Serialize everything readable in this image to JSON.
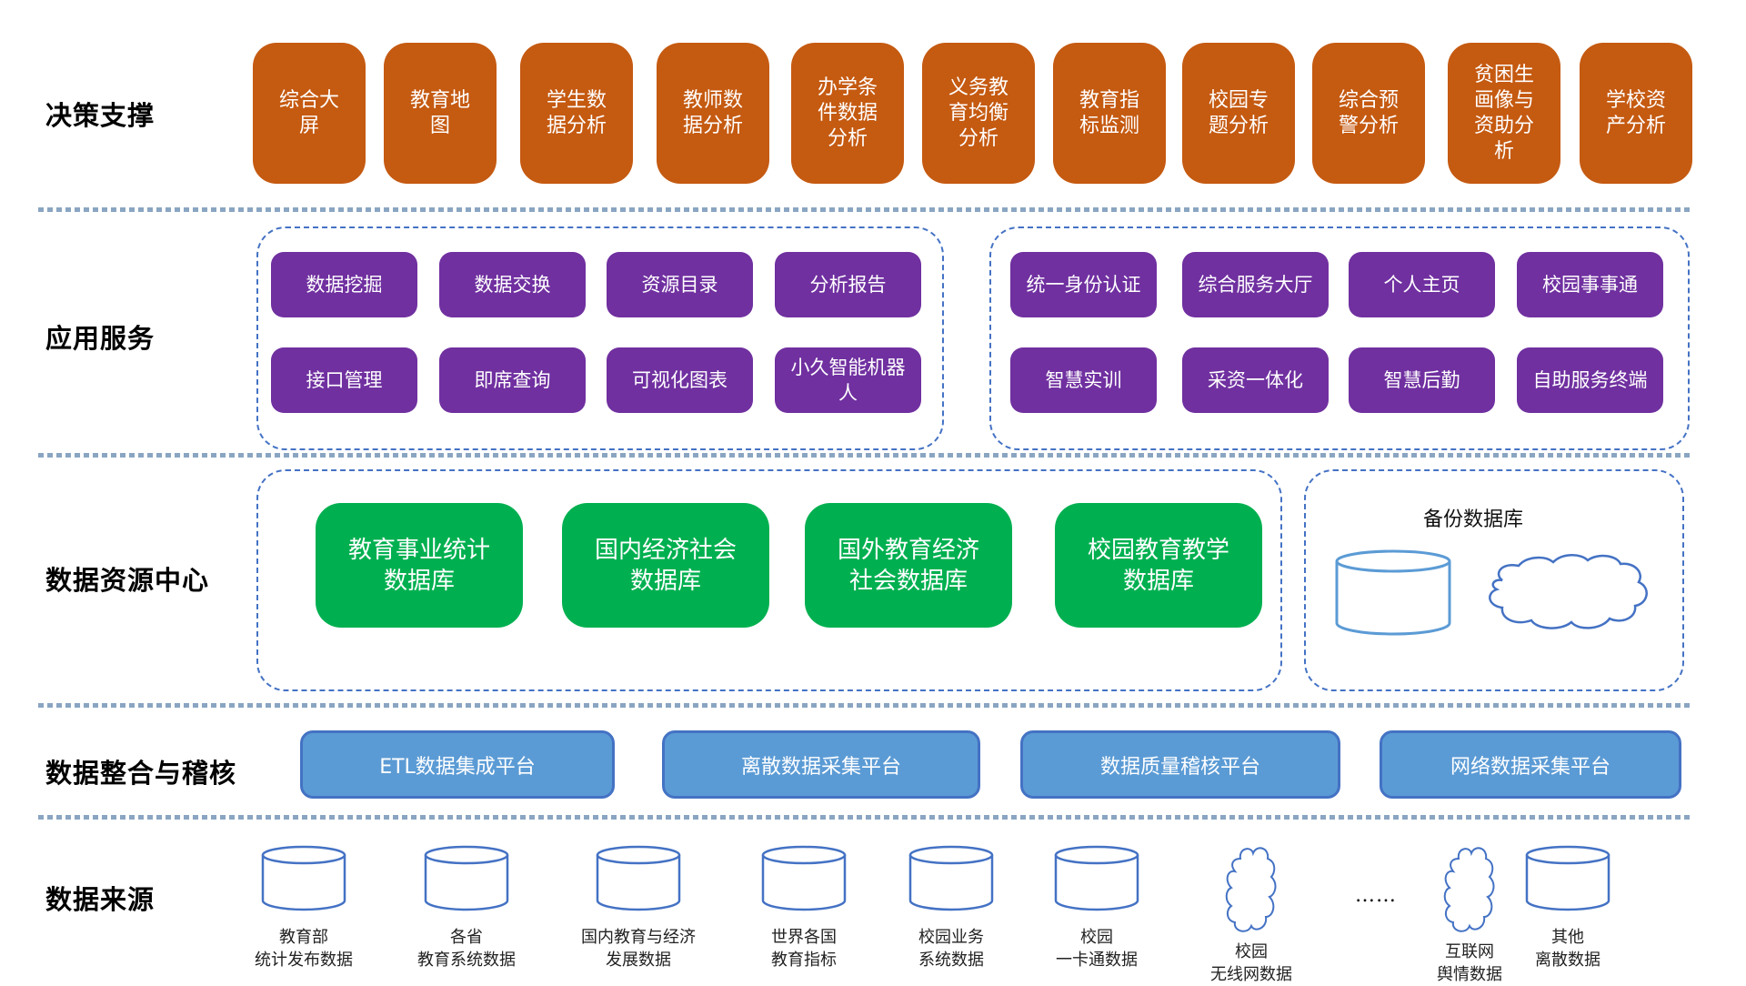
{
  "layers": {
    "decision": "决策支撑",
    "app": "应用服务",
    "resource": "数据资源中心",
    "integration": "数据整合与稽核",
    "source": "数据来源"
  },
  "decision_items": [
    "综合大屏",
    "教育地图",
    "学生数据分析",
    "教师数据分析",
    "办学条件数据分析",
    "义务教育均衡分析",
    "教育指标监测",
    "校园专题分析",
    "综合预警分析",
    "贫困生画像与资助分析",
    "学校资产分析"
  ],
  "app_left": [
    "数据挖掘",
    "数据交换",
    "资源目录",
    "分析报告",
    "接口管理",
    "即席查询",
    "可视化图表",
    "小久智能机器人"
  ],
  "app_right": [
    "统一身份认证",
    "综合服务大厅",
    "个人主页",
    "校园事事通",
    "智慧实训",
    "采资一体化",
    "智慧后勤",
    "自助服务终端"
  ],
  "databases": [
    "教育事业统计数据库",
    "国内经济社会数据库",
    "国外教育经济社会数据库",
    "校园教育教学数据库"
  ],
  "backup": {
    "title": "备份数据库",
    "icons": [
      "database-icon",
      "cloud-icon"
    ]
  },
  "platforms": [
    "ETL数据集成平台",
    "离散数据采集平台",
    "数据质量稽核平台",
    "网络数据采集平台"
  ],
  "sources": [
    {
      "line1": "教育部",
      "line2": "统计发布数据",
      "icon": "database"
    },
    {
      "line1": "各省",
      "line2": "教育系统数据",
      "icon": "database"
    },
    {
      "line1": "国内教育与经济",
      "line2": "发展数据",
      "icon": "database"
    },
    {
      "line1": "世界各国",
      "line2": "教育指标",
      "icon": "database"
    },
    {
      "line1": "校园业务",
      "line2": "系统数据",
      "icon": "database"
    },
    {
      "line1": "校园",
      "line2": "一卡通数据",
      "icon": "database"
    },
    {
      "line1": "校园",
      "line2": "无线网数据",
      "icon": "cloud"
    },
    {
      "line1": "互联网",
      "line2": "舆情数据",
      "icon": "cloud"
    },
    {
      "line1": "其他",
      "line2": "离散数据",
      "icon": "database"
    }
  ],
  "ellipsis": "……",
  "colors": {
    "decision": "#c55a11",
    "app": "#7030a0",
    "resource": "#00b050",
    "integration": "#5b9bd5",
    "outline": "#4472c4",
    "separator": "#8aa5c2"
  }
}
